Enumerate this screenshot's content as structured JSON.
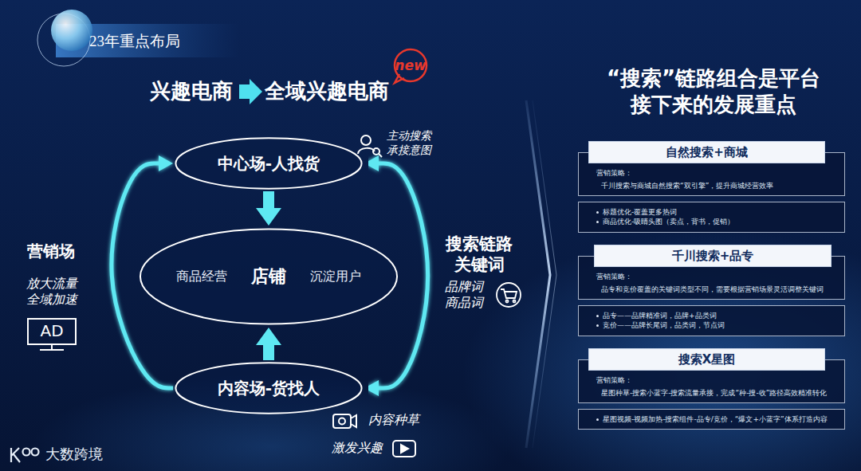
{
  "diagram": {
    "title": "23年重点布局",
    "nodes": [
      {
        "text": [
          "new"
        ]
      },
      {
        "text": [
          "中心场-人找货"
        ]
      },
      {
        "text": [
          "商品经营",
          "店铺",
          "沉淀用户"
        ]
      },
      {
        "text": [
          "内容场-货找人"
        ]
      },
      {
        "text": [
          "自然搜索+商城"
        ]
      },
      {
        "text": [
          "营销策略：",
          "千川搜索与商城自然搜索“双引擎”，提升商城经营效率"
        ]
      },
      {
        "text": [
          "标题优化-覆盖更多热词",
          "商品优化-吸睛头图（卖点，背书，促销）"
        ]
      },
      {
        "text": [
          "千川搜索+品专"
        ]
      },
      {
        "text": [
          "营销策略：",
          "品专和竞价覆盖的关键词类型不同，需要根据营销场景灵活调整关键词"
        ]
      },
      {
        "text": [
          "品专——品牌精准词，品牌+品类词",
          "竞价——品牌长尾词，品类词，节点词"
        ]
      },
      {
        "text": [
          "搜索X星图"
        ]
      },
      {
        "text": [
          "营销策略：",
          "星图种草-搜索小蓝字-搜索流量承接，完成“种-搜-收”路径高效精准转化"
        ]
      },
      {
        "text": [
          "星图视频-视频加热-搜索组件-品专/竞价，“爆文+小蓝字”体系打造内容"
        ]
      }
    ],
    "edges": [
      {
        "from": 1,
        "to": 2,
        "arrow": "to"
      },
      {
        "from": 3,
        "to": 2,
        "arrow": "to"
      },
      {
        "from": 3,
        "to": 1,
        "arrow": "to"
      },
      {
        "from": 1,
        "to": 3,
        "arrow": "both"
      }
    ],
    "labels": [
      "兴趣电商",
      "全域兴趣电商",
      "主动搜索 承接意图",
      "营销场",
      "放大流量 全域加速",
      "AD",
      "搜索链路 关键词",
      "品牌词 商品词",
      "内容种草",
      "激发兴趣",
      "“搜索”链路组合是平台 接下来的发展重点",
      "大数跨境"
    ]
  }
}
